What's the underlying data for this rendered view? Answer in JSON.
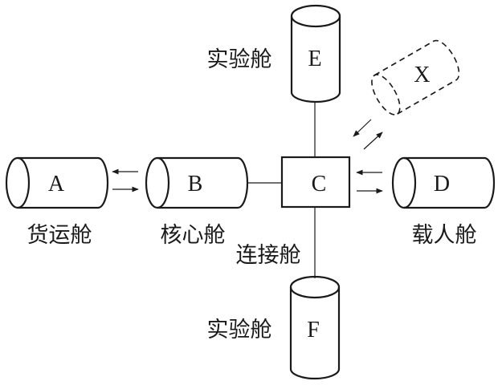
{
  "diagram": {
    "type": "space-station-module-layout",
    "modules": {
      "A": {
        "letter": "A",
        "name": "货运舱"
      },
      "B": {
        "letter": "B",
        "name": "核心舱"
      },
      "C": {
        "letter": "C",
        "name": "连接舱"
      },
      "D": {
        "letter": "D",
        "name": "载人舱"
      },
      "E": {
        "letter": "E",
        "name": "实验舱"
      },
      "F": {
        "letter": "F",
        "name": "实验舱"
      },
      "X": {
        "letter": "X",
        "name": ""
      }
    },
    "connections": [
      {
        "from": "A",
        "to": "B",
        "style": "bidirectional-arrows"
      },
      {
        "from": "B",
        "to": "C",
        "style": "line"
      },
      {
        "from": "C",
        "to": "D",
        "style": "bidirectional-arrows"
      },
      {
        "from": "C",
        "to": "E",
        "style": "line"
      },
      {
        "from": "C",
        "to": "F",
        "style": "line"
      },
      {
        "from": "C",
        "to": "X",
        "style": "bidirectional-arrows",
        "dashed_module": true
      }
    ]
  }
}
